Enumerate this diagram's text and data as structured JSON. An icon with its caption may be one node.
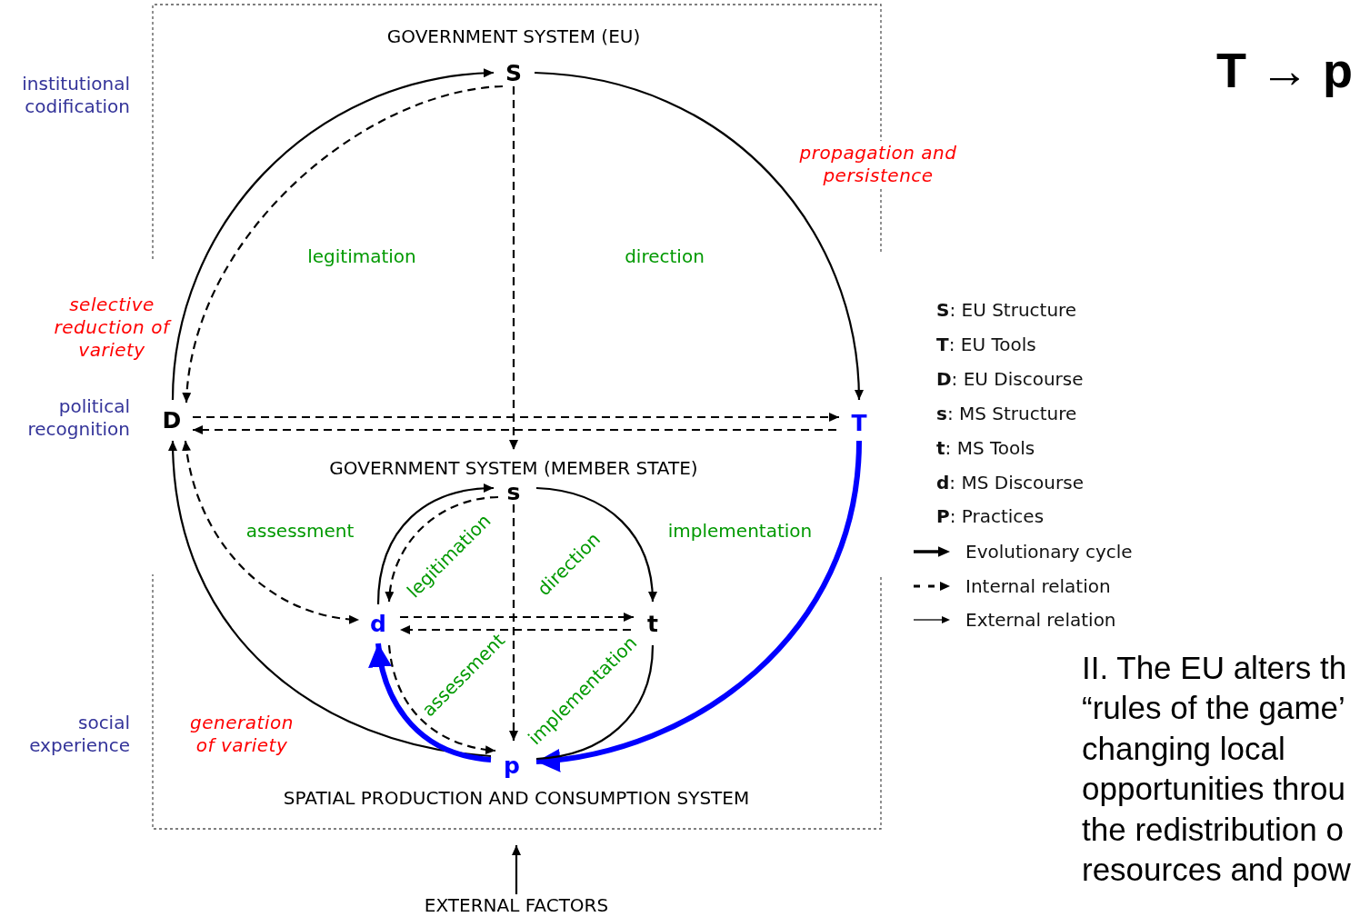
{
  "diagram": {
    "title": "T → p",
    "nodes": [
      {
        "text": [
          "S"
        ]
      },
      {
        "text": [
          "D"
        ]
      },
      {
        "text": [
          "T"
        ]
      },
      {
        "text": [
          "GOVERNMENT SYSTEM (MEMBER STATE)"
        ]
      },
      {
        "text": [
          "s"
        ]
      },
      {
        "text": [
          "d"
        ]
      },
      {
        "text": [
          "t"
        ]
      },
      {
        "text": [
          "p"
        ]
      },
      {
        "text": [
          "EXTERNAL FACTORS"
        ]
      }
    ],
    "edges": [
      {
        "from": 1,
        "to": 0,
        "arrow": "to"
      },
      {
        "from": 0,
        "to": 1,
        "arrow": "to",
        "style": "dashed"
      },
      {
        "from": 0,
        "to": 2,
        "arrow": "to"
      },
      {
        "from": 0,
        "to": 3,
        "arrow": "to",
        "style": "dashed"
      },
      {
        "from": 1,
        "to": 2,
        "arrow": "to",
        "style": "dashed"
      },
      {
        "from": 2,
        "to": 1,
        "arrow": "to",
        "style": "dashed"
      },
      {
        "from": 7,
        "to": 1,
        "arrow": "to"
      },
      {
        "from": 1,
        "to": 5,
        "arrow": "both",
        "style": "dashed"
      },
      {
        "from": 2,
        "to": 7,
        "arrow": "to",
        "style": "thick",
        "color": "#0000ff"
      },
      {
        "from": 7,
        "to": 5,
        "arrow": "to",
        "style": "thick",
        "color": "#0000ff"
      },
      {
        "from": 5,
        "to": 4,
        "arrow": "to"
      },
      {
        "from": 4,
        "to": 5,
        "arrow": "to",
        "style": "dashed"
      },
      {
        "from": 4,
        "to": 6,
        "arrow": "to"
      },
      {
        "from": 4,
        "to": 7,
        "arrow": "to",
        "style": "dashed"
      },
      {
        "from": 5,
        "to": 6,
        "arrow": "to",
        "style": "dashed"
      },
      {
        "from": 6,
        "to": 5,
        "arrow": "to",
        "style": "dashed"
      },
      {
        "from": 6,
        "to": 7,
        "arrow": "none"
      },
      {
        "from": 5,
        "to": 7,
        "arrow": "to",
        "style": "dashed"
      },
      {
        "from": 8,
        "to": null,
        "arrow": "to"
      }
    ],
    "labels": [
      "GOVERNMENT SYSTEM (EU)",
      "institutional codification",
      "propagation and persistence",
      "legitimation",
      "direction",
      "selective reduction of variety",
      "political recognition",
      "assessment",
      "implementation",
      "legitimation",
      "direction",
      "assessment",
      "implementation",
      "social experience",
      "generation of variety",
      "SPATIAL PRODUCTION AND CONSUMPTION SYSTEM",
      "**S**: EU Structure",
      "**T**: EU Tools",
      "**D**: EU Discourse",
      "**s**: MS Structure",
      "**t**: MS Tools",
      "**d**: MS Discourse",
      "**P**: Practices",
      "II. The EU alters th “rules of the game’ changing local opportunities throu the redistribution o resources and pow"
    ],
    "legend": [
      {
        "text": "Evolutionary cycle"
      },
      {
        "text": "Internal relation"
      },
      {
        "text": "External relation"
      }
    ]
  }
}
